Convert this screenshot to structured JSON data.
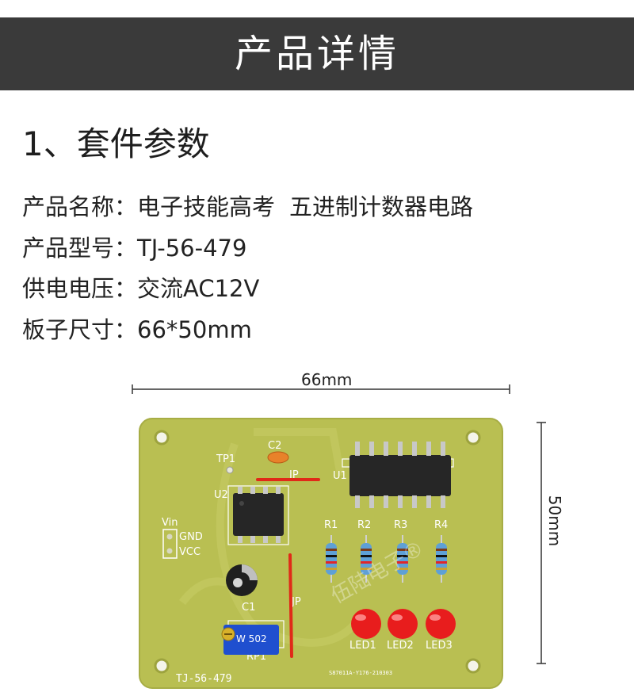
{
  "banner": {
    "title": "产品详情"
  },
  "section": {
    "heading": "1、套件参数"
  },
  "specs": {
    "name_label": "产品名称：",
    "name_value": "电子技能高考",
    "name_value_2": "五进制计数器电路",
    "model_label": "产品型号：",
    "model_value": "TJ-56-479",
    "power_label": "供电电压：",
    "power_value": "交流AC12V",
    "size_label": "板子尺寸：",
    "size_value": "66*50mm"
  },
  "dimensions": {
    "width": "66mm",
    "height": "50mm"
  },
  "board": {
    "labels": {
      "tp1": "TP1",
      "c2": "C2",
      "jp_top": "JP",
      "u1": "U1",
      "u2": "U2",
      "vin": "Vin",
      "gnd": "GND",
      "vcc": "VCC",
      "r1": "R1",
      "r2": "R2",
      "r3": "R3",
      "r4": "R4",
      "c1": "C1",
      "jp_mid": "JP",
      "rp1": "RP1",
      "pot_marking": "W 502",
      "led1": "LED1",
      "led2": "LED2",
      "led3": "LED3",
      "model": "TJ-56-479",
      "serial": "S87011A-Y176-210303",
      "watermark": "伍陆电子®"
    }
  },
  "colors": {
    "banner_bg": "#3a3a3a",
    "pcb": "#b9bf52",
    "led": "#e81d1d",
    "potentiometer": "#1f4fcf",
    "jumper": "#e02a18"
  }
}
